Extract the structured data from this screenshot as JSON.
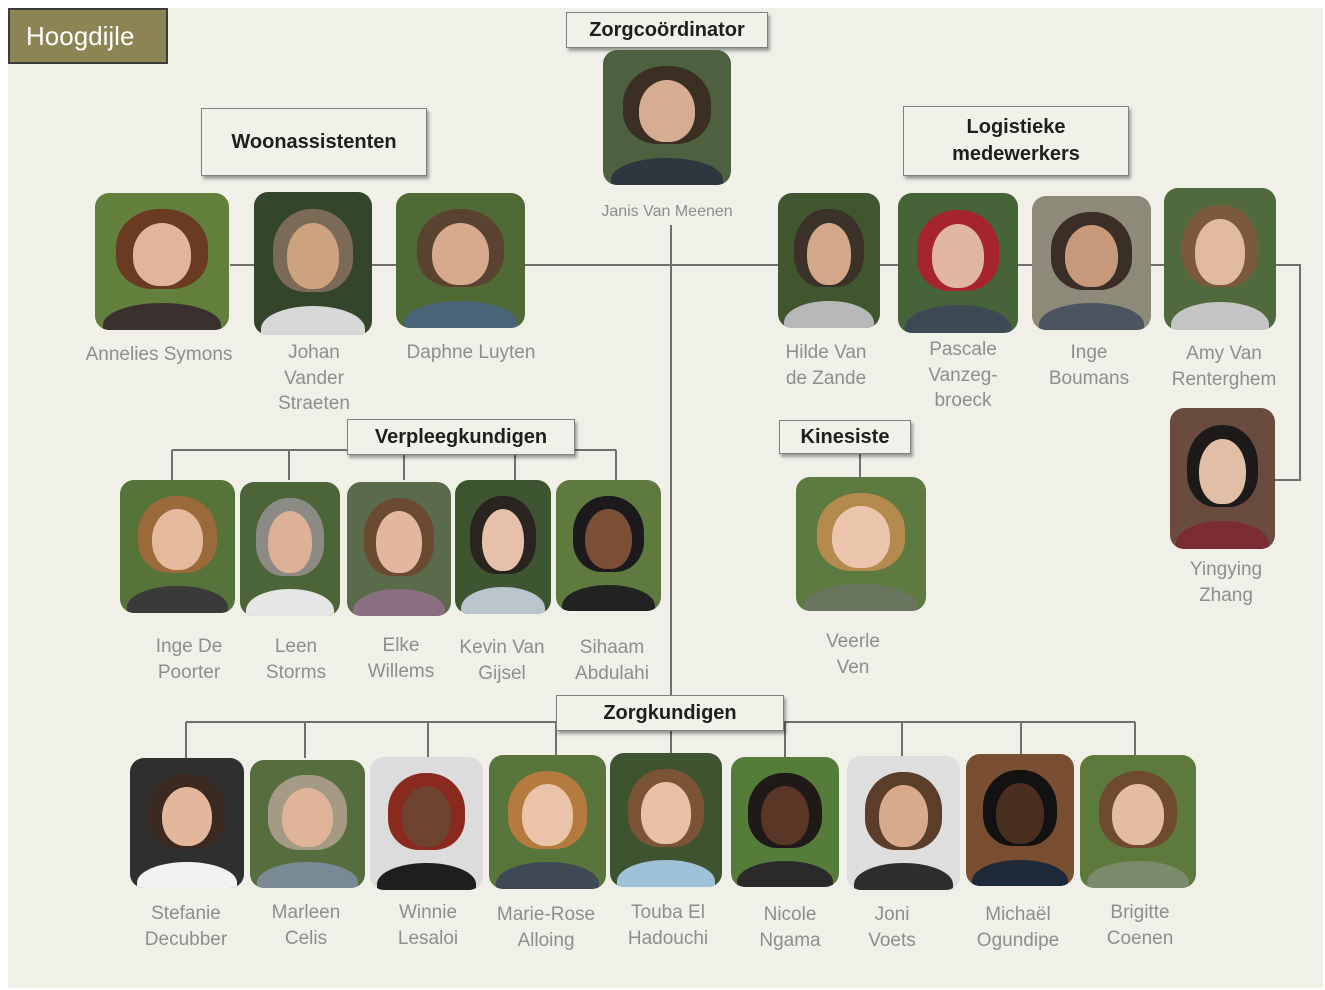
{
  "title": "Hoogdijle",
  "colors": {
    "panel": "#f0efe8",
    "brand_fill": "#8c8453",
    "connector": "#6f6f6f",
    "name_text": "#8e8e8e"
  },
  "groups": {
    "zorgcoordinator": {
      "label": "Zorgcoördinator",
      "members": [
        {
          "name": "Janis Van Meenen"
        }
      ]
    },
    "woonassistenten": {
      "label": "Woonassistenten",
      "members": [
        {
          "name": "Annelies Symons"
        },
        {
          "name": "Johan\nVander\nStraeten"
        },
        {
          "name": "Daphne Luyten"
        }
      ]
    },
    "logistieke": {
      "label": "Logistieke\nmedewerkers",
      "members": [
        {
          "name": "Hilde Van\nde Zande"
        },
        {
          "name": "Pascale\nVanzeg-\nbroeck"
        },
        {
          "name": "Inge\nBoumans"
        },
        {
          "name": "Amy Van\nRenterghem"
        },
        {
          "name": "Yingying\nZhang"
        }
      ]
    },
    "verpleegkundigen": {
      "label": "Verpleegkundigen",
      "members": [
        {
          "name": "Inge De\nPoorter"
        },
        {
          "name": "Leen\nStorms"
        },
        {
          "name": "Elke\nWillems"
        },
        {
          "name": "Kevin Van\nGijsel"
        },
        {
          "name": "Sihaam\nAbdulahi"
        }
      ]
    },
    "kinesiste": {
      "label": "Kinesiste",
      "members": [
        {
          "name": "Veerle\nVen"
        }
      ]
    },
    "zorgkundigen": {
      "label": "Zorgkundigen",
      "members": [
        {
          "name": "Stefanie\nDecubber"
        },
        {
          "name": "Marleen\nCelis"
        },
        {
          "name": "Winnie\nLesaloi"
        },
        {
          "name": "Marie-Rose\nAlloing"
        },
        {
          "name": "Touba El\nHadouchi"
        },
        {
          "name": "Nicole\nNgama"
        },
        {
          "name": "Joni\nVoets"
        },
        {
          "name": "Michaël\nOgundipe"
        },
        {
          "name": "Brigitte\nCoenen"
        }
      ]
    }
  }
}
